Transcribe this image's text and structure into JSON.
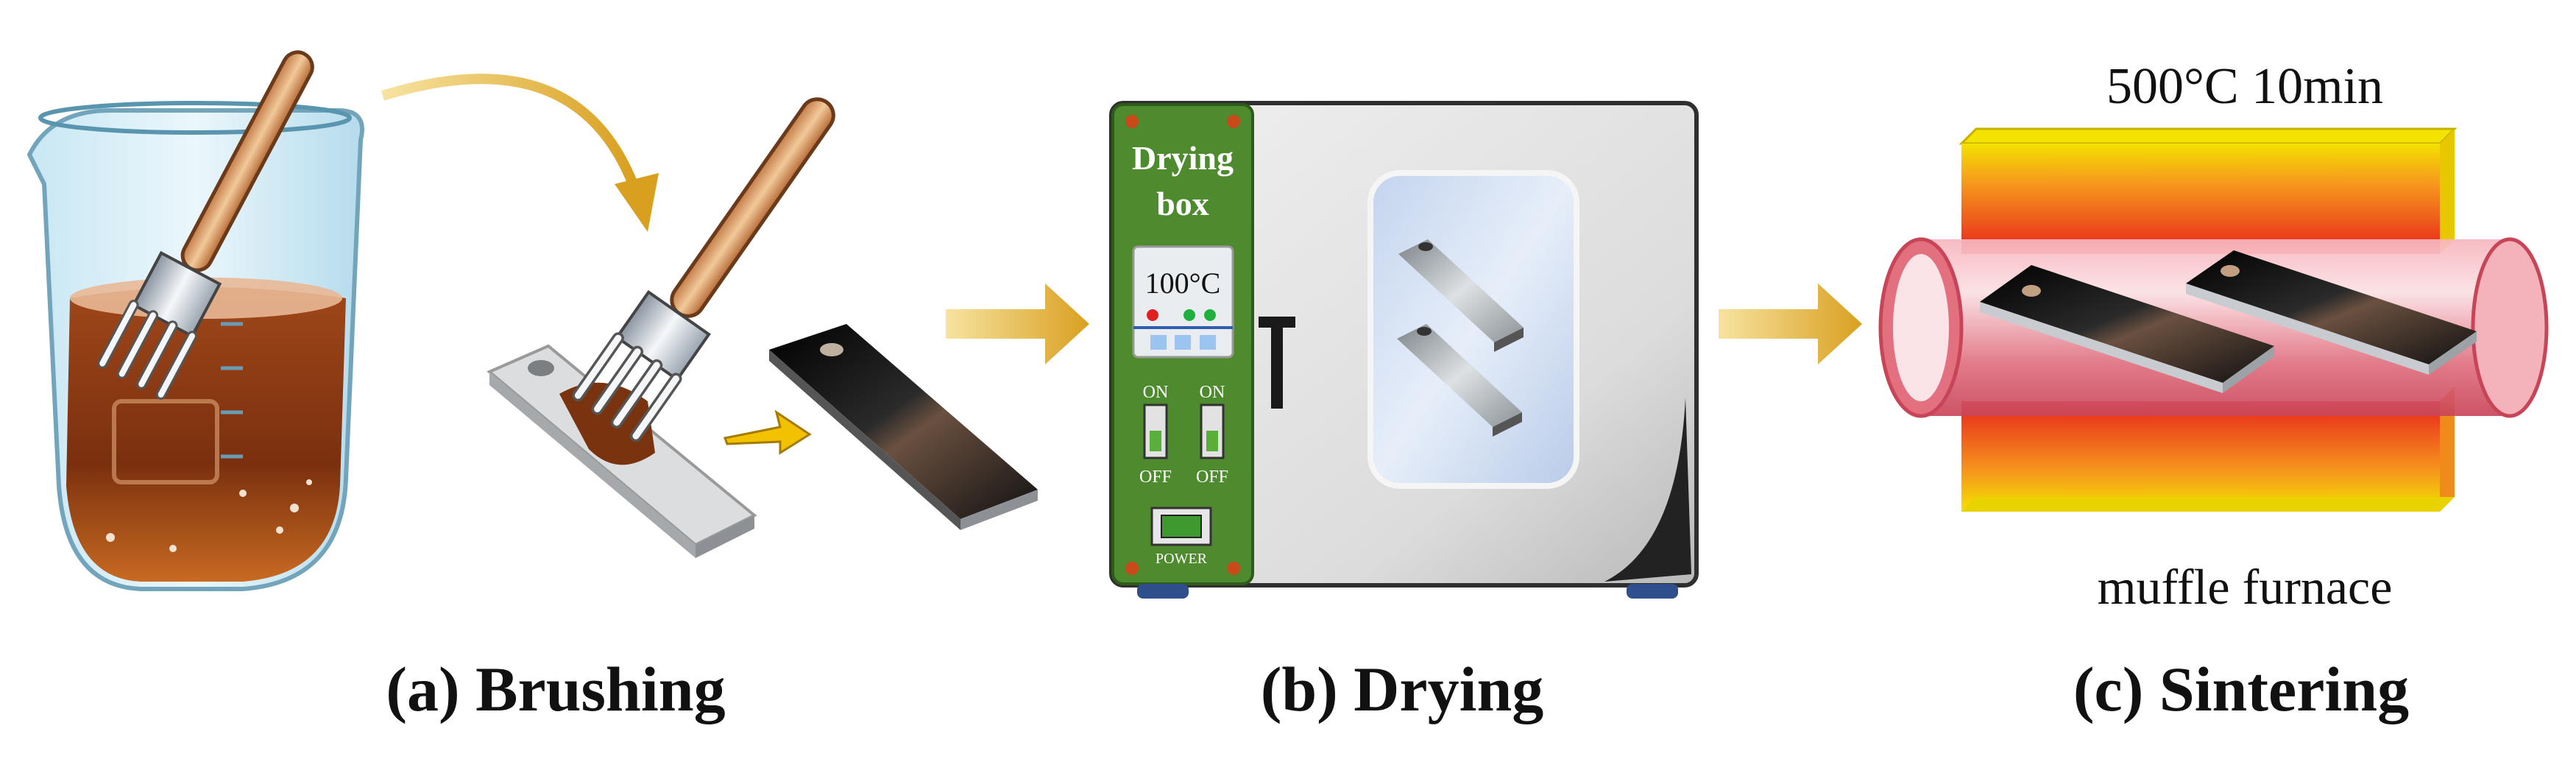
{
  "panels": {
    "brushing": {
      "caption": "(a) Brushing"
    },
    "drying": {
      "caption": "(b) Drying",
      "box_label_line1": "Drying",
      "box_label_line2": "box",
      "temperature": "100°C",
      "switch_on_1": "ON",
      "switch_on_2": "ON",
      "switch_off_1": "OFF",
      "switch_off_2": "OFF",
      "power_label": "POWER"
    },
    "sintering": {
      "caption": "(c) Sintering",
      "condition": "500°C 10min",
      "furnace_label": "muffle furnace"
    }
  },
  "colors": {
    "arrow_gold": "#E0B030",
    "liquid_brown": "#8B3A12",
    "drying_panel_green": "#4E8A2E",
    "furnace_hot": "#E8231C",
    "furnace_warm": "#F6E600",
    "plate_black": "#151515"
  }
}
